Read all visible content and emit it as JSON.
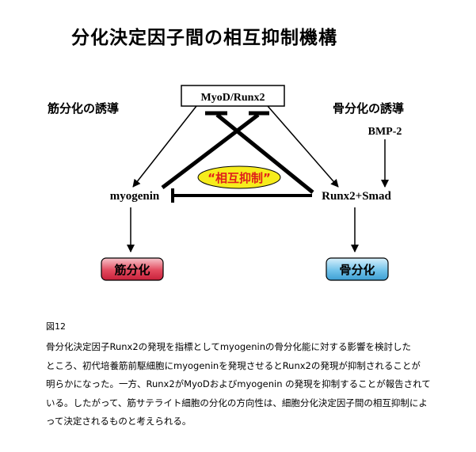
{
  "title": "分化決定因子間の相互抑制機構",
  "diagram": {
    "top_box": "MyoD/Runx2",
    "left_heading": "筋分化の誘導",
    "right_heading": "骨分化の誘導",
    "bmp": "BMP-2",
    "left_node": "myogenin",
    "right_node": "Runx2+Smad",
    "mutual_label": "“相互抑制”",
    "left_result": "筋分化",
    "right_result": "骨分化",
    "colors": {
      "muscle_box": "#d9334a",
      "bone_box": "#5ab4e0",
      "mutual_oval": "#f6ec1c",
      "mutual_text": "#e0201b"
    }
  },
  "figure_label": "図12",
  "caption_lines": [
    "骨分化決定因子Runx2の発現を指標としてmyogeninの骨分化能に対する影響を検討した",
    "ところ、初代培養筋前駆細胞にmyogeninを発現させるとRunx2の発現が抑制されることが",
    "明らかになった。一方、Runx2がMyoDおよびmyogenin の発現を抑制することが報告されて",
    "いる。したがって、筋サテライト細胞の分化の方向性は、細胞分化決定因子間の相互抑制によ",
    "って決定されるものと考えられる。"
  ]
}
